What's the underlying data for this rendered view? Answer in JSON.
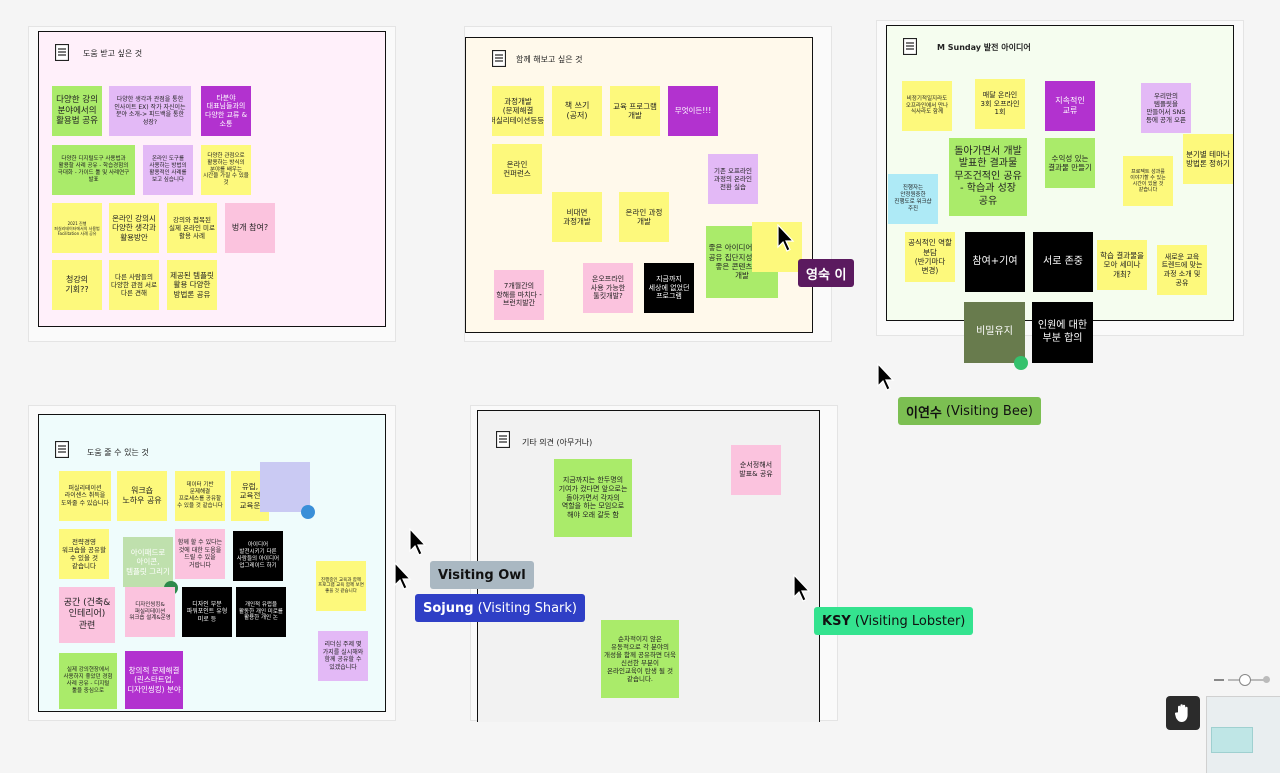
{
  "colors": {
    "dark_purple": "#5b1a5f",
    "green_badge": "#7cbf52",
    "grey_badge": "#aab8c2",
    "blue_badge": "#2f3fc6",
    "mint_badge": "#34e38f"
  },
  "frames": {
    "help_receive": {
      "title": "도움 받고 싶은 것",
      "notes": [
        "다양한 강의 분야에서의 활용법 공유",
        "다양한 생각과 관점을 통한 인사이트 EX) 작가 자신이는 분야 소개-> 피드백을 통한 성장?",
        "타분야 대표님들과의 다양한 교류 & 소통",
        "다양한 디지털도구 사용법과 활용할 사례 공유 - 학습경험의 극대화 - 가이드 툴 및 사례연구 발표",
        "온라인 도구를 사용하는 방법의 활용적인 사례를 보고 싶습니다",
        "다양한 관점으로 활용하는 방식의 분야를 배우는 시간을 가질 수 있을 것",
        "2021 진행 퍼실리테이터에서의 사용법 Facilitation 사례 공유",
        "온라인 강의시 다양한 생각과 활용방안",
        "강의와 접목된 실제 온라인 미로 활용 사례",
        "벙개 참여?",
        "청강의 기회??",
        "다른 사람들의 다양한 관점 서로 다른 견해",
        "제공된 템플릿 활용 다양한 방법론 공유"
      ]
    },
    "together": {
      "title": "함께 해보고 싶은 것",
      "notes": [
        "과정개발 (문제해결 퍼실리테이션등등)",
        "책 쓰기 (공저)",
        "교육 프로그램 개발",
        "무엇이든!!!",
        "온라인 컨퍼런스",
        "기존 오프라인 과정의 온라인 전환 실습",
        "비대면 과정개발",
        "온라인 과정 개발",
        "좋은 아이디어 있으면 공유 집단지성을 통해 좋은 콘텐츠 함께 개발",
        "7개월간의 항해를 마치다 - 브런치발간",
        "온오프라인 사용 가능한 툴킷개발?",
        "지금까지 세상에 없었던 프로그램"
      ]
    },
    "sunday": {
      "title": "M Sunday 발전 아이디어",
      "notes": [
        "비정기적일지라도 오프라인에서 만나 식사라도 함께",
        "매달 온라인 3회 오프라인 1회",
        "지속적인 교류",
        "우리만의 템플릿을 만들어서 SNS 등에 공개 오픈",
        "돌아가면서 개발 발표한 결과물 무조건적인 공유 - 학습과 성장 공유",
        "수익성 있는 결과물 만들기",
        "분기별 테마나 방법론 정하기",
        "진행자는 안정원중한 진행도로 워크샵 주진",
        "프로젝트 성과를 이야기할 수 있는 시간이 있을 것 같습니다",
        "공식적인 역할 분담 (반기마다 변경)",
        "참여+기여",
        "서로 존중",
        "학습 결과물을 모아 세미나 개최?",
        "새로운 교육 트렌드에 맞는 과정 소개 및 공유",
        "비밀유지",
        "인원에 대한 부분 합의"
      ]
    },
    "help_give": {
      "title": "도움 줄 수 있는 것",
      "notes": [
        "퍼실리테이션 라이센스 취득을 도와줄 수 있습니다",
        "워크숍 노하우 공유",
        "데이터 기반 문제해결 프로세스를 공유할 수 있을 것 같습니다",
        "유럽, 교육전 교육운",
        "전략경영 워크숍을 공유할 수 있을 것 같습니다",
        "아이패드로 아이콘, 템플릿 그리기",
        "함께 할 수 있다는 것에 대한 도움을 드릴 수 있을 거랍니다",
        "아이디어 발전시키기 다른 사람들의 아이디어 업그레이드 하기",
        "진행중인 교육과 함께 프로그램 교육 함께 보면 좋을 것 같습니다",
        "공간 (건축&인테리어) 관련",
        "디자인씽킹&퍼실리테이션 워크숍 설계&운영",
        "디자인 부분 파워포인트 유형 미로 등",
        "개인적 유럽을 활동한 개인 미로를 활용한 개인 논",
        "리더십 주제 몇 가지를 실시해와 함께 공유할 수 있겠습니다",
        "실제 강의현장에서 사용하지 좋았던 경험 사례 공유 - 디지털 툴을 중심으로",
        "창의적 문제해결 (린스타트업, 디자인씽킹) 분야"
      ]
    },
    "other": {
      "title": "기타 의견 (아무거나)",
      "notes": [
        "지금까지는 한두명의 기여가 컸다면 앞으로는 돌아가면서 각자의 역할을 하는 모임으로 해야 오래 갈듯 함",
        "순서정해서 발표& 공유",
        "순차적이지 않은 유동적으로 각 분야의 개성을 함께 공유하면 더욱 신선한 부분이 온라인교육이 탄생 될 것 같습니다."
      ]
    }
  },
  "cursors": {
    "yeongsuk": {
      "name": "영숙 이"
    },
    "yeonsu": {
      "name": "이연수",
      "sub": "(Visiting Bee)"
    },
    "owl": {
      "name": "Visiting Owl"
    },
    "sojung": {
      "name": "Sojung",
      "sub": "(Visiting Shark)"
    },
    "ksy": {
      "name": "KSY",
      "sub": "(Visiting Lobster)"
    }
  },
  "toolbar": {
    "hand_tool": "hand-icon"
  }
}
